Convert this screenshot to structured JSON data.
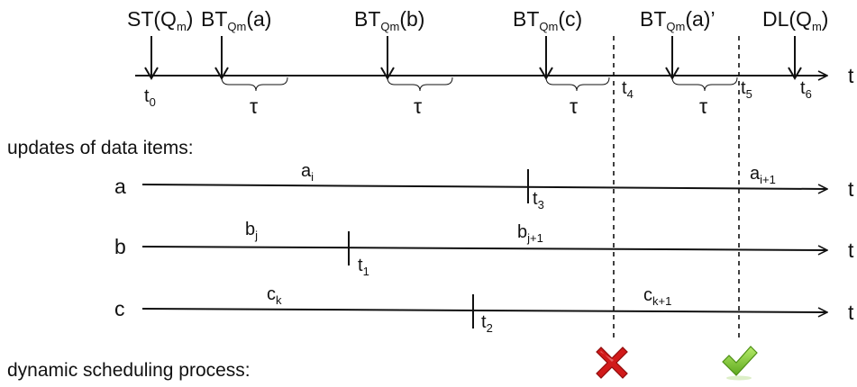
{
  "top_timeline": {
    "axis_label": "t",
    "events": [
      {
        "base": "ST(Q",
        "sub": "m",
        "tail": ")"
      },
      {
        "base": "BT",
        "sub": "Qm",
        "tail": "(a)"
      },
      {
        "base": "BT",
        "sub": "Qm",
        "tail": "(b)"
      },
      {
        "base": "BT",
        "sub": "Qm",
        "tail": "(c)"
      },
      {
        "base": "BT",
        "sub": "Qm",
        "tail": "(a)’"
      },
      {
        "base": "DL(Q",
        "sub": "m",
        "tail": ")"
      }
    ],
    "time_marks": [
      {
        "base": "t",
        "sub": "0"
      },
      {
        "base": "t",
        "sub": "4"
      },
      {
        "base": "t",
        "sub": "5"
      },
      {
        "base": "t",
        "sub": "6"
      }
    ],
    "tau": "τ"
  },
  "updates_section": {
    "title": "updates of data items:",
    "rows": [
      {
        "name": "a",
        "axis_label": "t",
        "update_mark": {
          "base": "t",
          "sub": "3"
        },
        "before": {
          "base": "a",
          "sub": "i"
        },
        "after": {
          "base": "a",
          "sub": "i+1"
        }
      },
      {
        "name": "b",
        "axis_label": "t",
        "update_mark": {
          "base": "t",
          "sub": "1"
        },
        "before": {
          "base": "b",
          "sub": "j"
        },
        "after": {
          "base": "b",
          "sub": "j+1"
        }
      },
      {
        "name": "c",
        "axis_label": "t",
        "update_mark": {
          "base": "t",
          "sub": "2"
        },
        "before": {
          "base": "c",
          "sub": "k"
        },
        "after": {
          "base": "c",
          "sub": "k+1"
        }
      }
    ]
  },
  "scheduling_section": {
    "title": "dynamic scheduling process:",
    "results": [
      {
        "icon": "red-cross-icon",
        "meaning": "fail"
      },
      {
        "icon": "green-check-icon",
        "meaning": "success"
      }
    ]
  },
  "colors": {
    "line": "#111111",
    "cross": "#d11a1a",
    "check": "#7cc22a"
  }
}
